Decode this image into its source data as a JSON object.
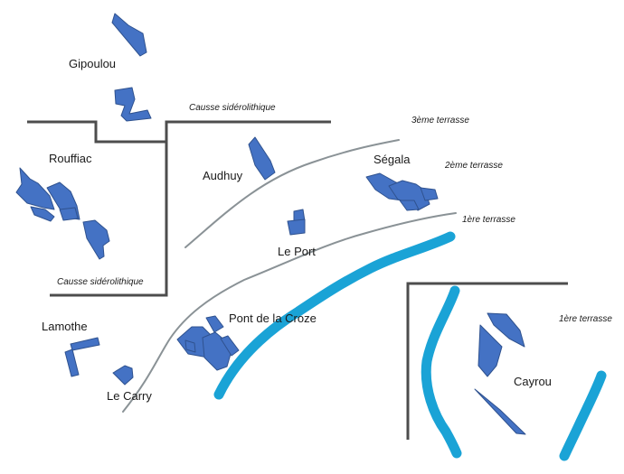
{
  "places": {
    "gipoulou": "Gipoulou",
    "rouffiac": "Rouffiac",
    "audhuy": "Audhuy",
    "segala": "Ségala",
    "le_port": "Le Port",
    "pont_de_la_croze": "Pont de la Croze",
    "lamothe": "Lamothe",
    "le_carry": "Le Carry",
    "cayrou": "Cayrou"
  },
  "zones": {
    "causse_top": "Causse sidérolithique",
    "causse_left": "Causse sidérolithique",
    "terrasse_3": "3ème terrasse",
    "terrasse_2": "2ème terrasse",
    "terrasse_1": "1ère terrasse",
    "terrasse_1_right": "1ère terrasse"
  },
  "colors": {
    "site": "#4472c4",
    "river": "#1aa3d6",
    "terrace_line": "#8a9296",
    "boundary": "#4d4d4d"
  }
}
